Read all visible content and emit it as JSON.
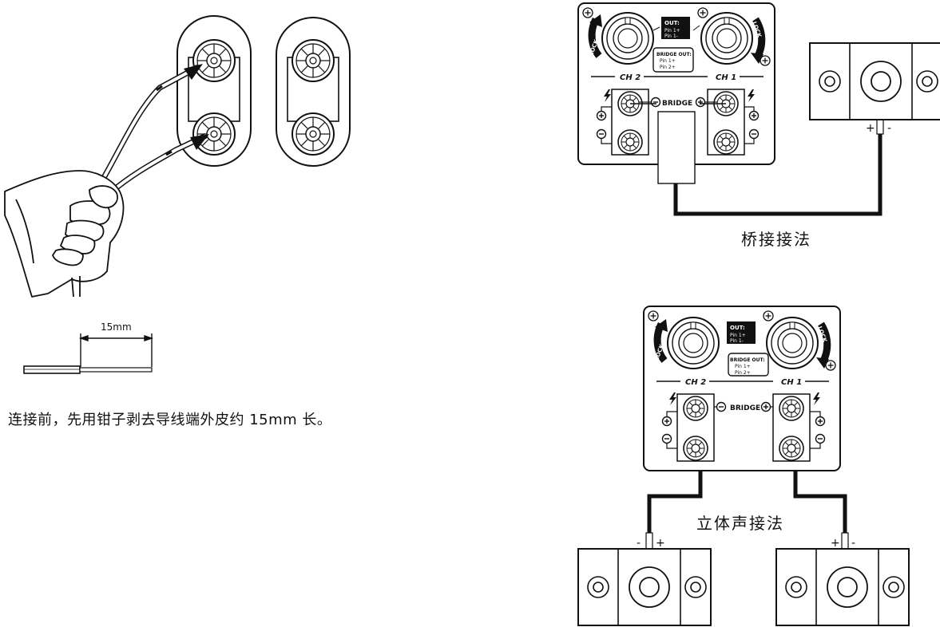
{
  "strip_caption": "连接前，先用钳子剥去导线端外皮约 15mm 长。",
  "strip_length_label": "15mm",
  "bridge": {
    "title": "桥接接法",
    "out_label": "OUT:",
    "out_pin1": "Pin 1+",
    "out_pin2": "Pin 1-",
    "bridge_out_label": "BRIDGE OUT:",
    "bridge_pin1": "Pin 1+",
    "bridge_pin2": "Pin 2+",
    "ch2": "CH 2",
    "ch1": "CH 1",
    "bridge_label": "BRIDGE",
    "lock": "LOCK",
    "speaker_plus": "+",
    "speaker_minus": "-"
  },
  "stereo": {
    "title": "立体声接法",
    "out_label": "OUT:",
    "out_pin1": "Pin 1+",
    "out_pin2": "Pin 1-",
    "bridge_out_label": "BRIDGE OUT:",
    "bridge_pin1": "Pin 1+",
    "bridge_pin2": "Pin 2+",
    "ch2": "CH 2",
    "ch1": "CH 1",
    "bridge_label": "BRIDGE",
    "lock": "LOCK",
    "left_speaker_minus": "-",
    "left_speaker_plus": "+",
    "right_speaker_plus": "+",
    "right_speaker_minus": "-"
  }
}
